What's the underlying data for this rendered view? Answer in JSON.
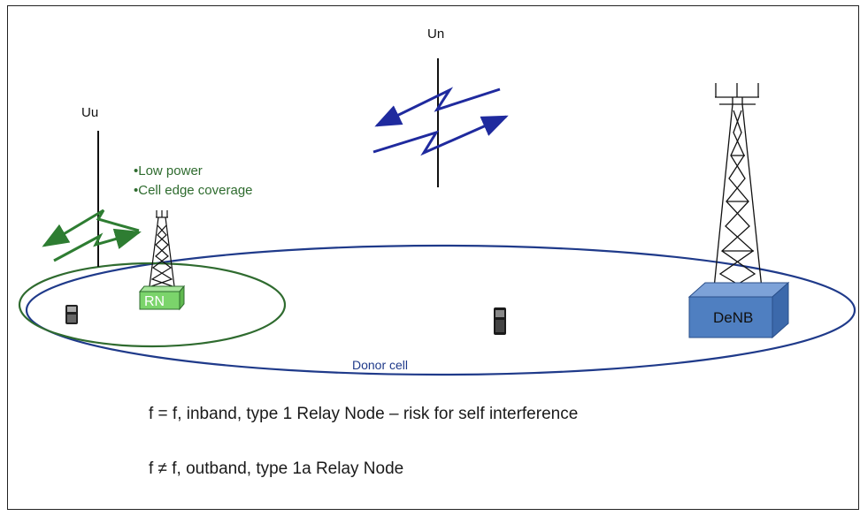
{
  "interfaces": {
    "uu": "Uu",
    "un": "Un"
  },
  "relay_features": [
    "•Low power",
    "•Cell edge coverage"
  ],
  "nodes": {
    "relay": "RN",
    "donor_enb": "DeNB"
  },
  "cell_label": "Donor cell",
  "captions": [
    "f = f, inband, type 1 Relay Node – risk for self interference",
    "f ≠ f, outband, type 1a Relay Node"
  ],
  "colors": {
    "donor_cell": "#1f3a8a",
    "relay_cell": "#2f6b2f",
    "uu_arrow": "#2e7d32",
    "un_arrow": "#1f2a9e",
    "relay_box": "#7bd46b",
    "denb_box": "#4f7fc1",
    "feature_text": "#2e6b2e"
  }
}
